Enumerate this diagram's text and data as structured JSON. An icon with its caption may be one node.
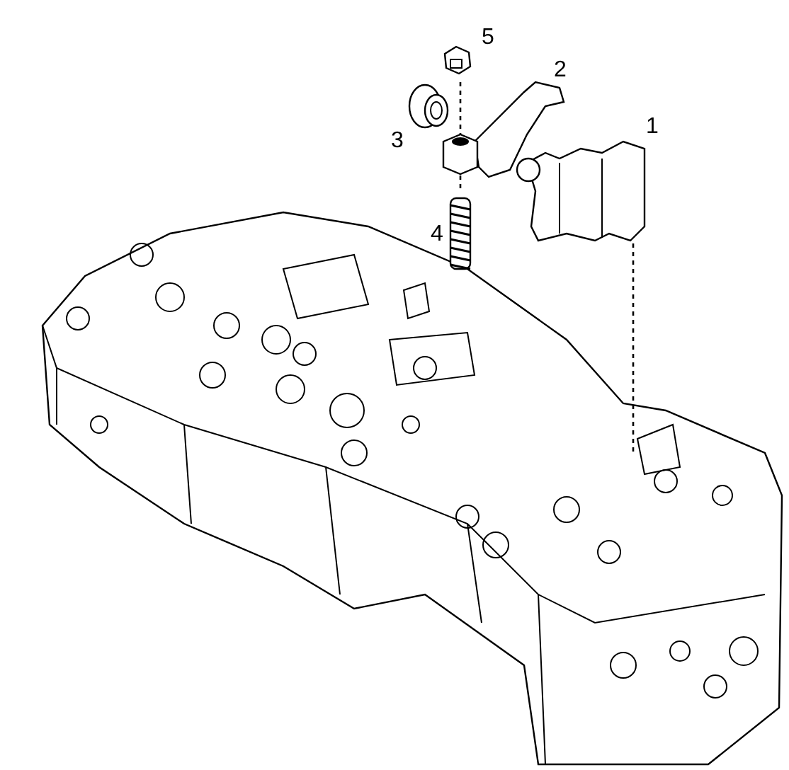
{
  "diagram": {
    "labels": [
      "5",
      "2",
      "1",
      "3",
      "4"
    ]
  }
}
